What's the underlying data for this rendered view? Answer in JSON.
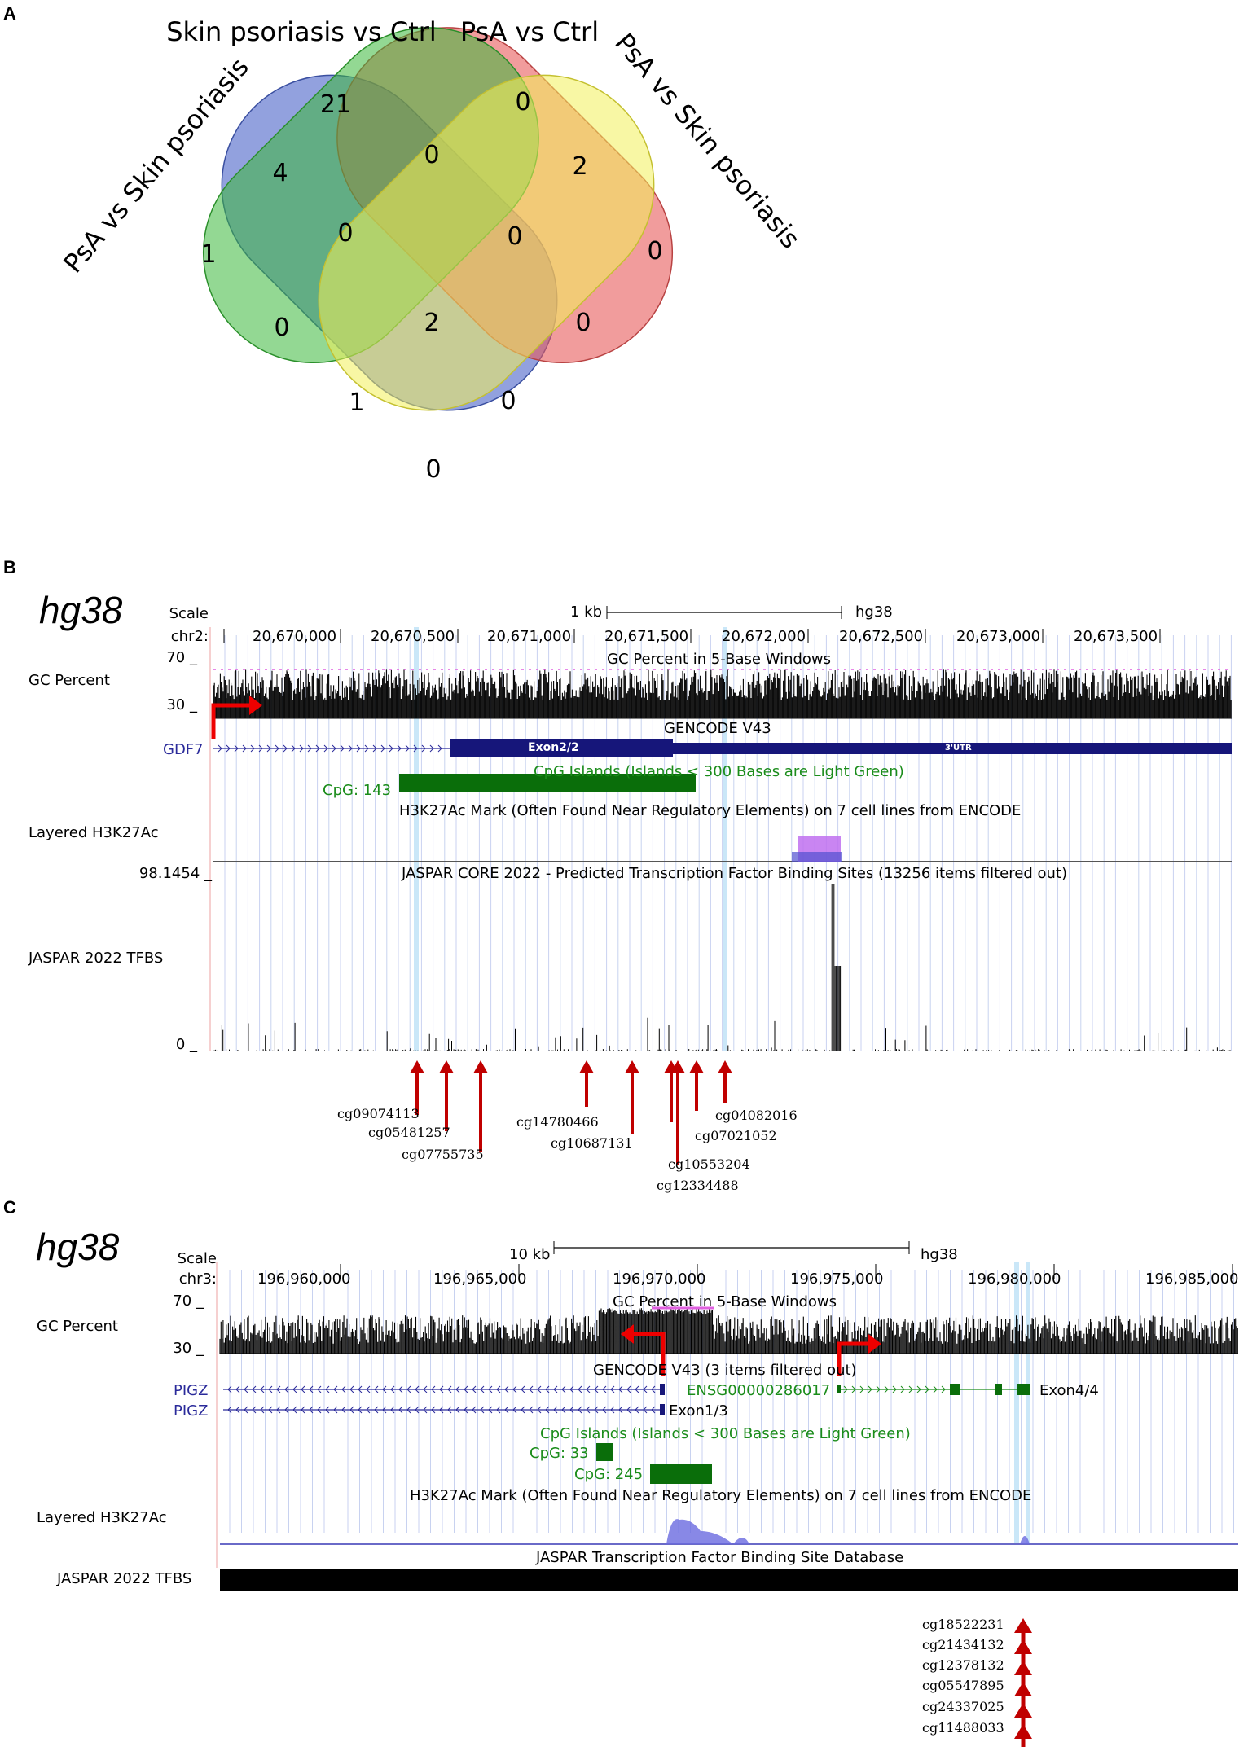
{
  "panelA": {
    "letter": "A",
    "sets": {
      "skin_vs_ctrl": "Skin psoriasis vs Ctrl",
      "psa_vs_ctrl": "PsA vs Ctrl",
      "psa_vs_skin_left": "PsA vs Skin psoriasis",
      "psa_vs_skin_right": "PsA vs Skin psoriasis"
    },
    "counts": {
      "blue_only": "1",
      "red_only": "21",
      "green_only": "0",
      "yellow_only": "0",
      "blue_red": "4",
      "red_green": "0",
      "green_yellow": "2",
      "blue_red_green": "0",
      "red_green_yellow": "0",
      "all_four": "2",
      "blue_green": "0",
      "red_yellow": "0",
      "blue_green_yellow": "1",
      "blue_red_yellow": "0",
      "blue_yellow": "0"
    },
    "colors": {
      "blue": "#4a62c8",
      "red": "#e85a5a",
      "green": "#3bb83b",
      "yellow": "#f3f05a"
    }
  },
  "panelB": {
    "letter": "B",
    "assembly": "hg38",
    "scale_label": "Scale",
    "scale_bar": "1 kb",
    "scale_assembly": "hg38",
    "chrom": "chr2:",
    "positions": [
      "20,670,000",
      "20,670,500",
      "20,671,000",
      "20,671,500",
      "20,672,000",
      "20,672,500",
      "20,673,000",
      "20,673,500"
    ],
    "gc_label": "GC Percent",
    "gc_max": "70 _",
    "gc_min": "30 _",
    "gc_title": "GC Percent in 5-Base Windows",
    "gencode_title": "GENCODE V43",
    "gene": "GDF7",
    "exon_label": "Exon2/2",
    "utr_label": "3'UTR",
    "cpg_title": "CpG Islands (Islands < 300 Bases are Light Green)",
    "cpg_item": "CpG: 143",
    "h3k_title": "H3K27Ac Mark (Often Found Near Regulatory Elements) on 7 cell lines from ENCODE",
    "h3k_label": "Layered H3K27Ac",
    "jaspar_max": "98.1454 _",
    "jaspar_title": "JASPAR CORE 2022 - Predicted Transcription Factor Binding Sites (13256 items filtered out)",
    "jaspar_label": "JASPAR 2022 TFBS",
    "jaspar_zero": "0 _",
    "cpgs": [
      "cg09074113",
      "cg05481257",
      "cg07755735",
      "cg14780466",
      "cg10687131",
      "cg04082016",
      "cg07021052",
      "cg10553204",
      "cg12334488"
    ]
  },
  "panelC": {
    "letter": "C",
    "assembly": "hg38",
    "scale_label": "Scale",
    "scale_bar": "10 kb",
    "scale_assembly": "hg38",
    "chrom": "chr3:",
    "positions": [
      "196,960,000",
      "196,965,000",
      "196,970,000",
      "196,975,000",
      "196,980,000",
      "196,985,000"
    ],
    "gc_label": "GC Percent",
    "gc_max": "70 _",
    "gc_min": "30 _",
    "gc_title": "GC Percent in 5-Base Windows",
    "gencode_title": "GENCODE V43 (3 items filtered out)",
    "gene1": "PIGZ",
    "gene2": "PIGZ",
    "ensg": "ENSG00000286017",
    "exon_right": "Exon4/4",
    "exon_left": "Exon1/3",
    "cpg_title": "CpG Islands (Islands < 300 Bases are Light Green)",
    "cpg1": "CpG: 33",
    "cpg2": "CpG: 245",
    "h3k_title": "H3K27Ac Mark (Often Found Near Regulatory Elements) on 7 cell lines from ENCODE",
    "h3k_label": "Layered H3K27Ac",
    "jaspar_title": "JASPAR Transcription Factor Binding Site Database",
    "jaspar_label": "JASPAR 2022 TFBS",
    "cpgs": [
      "cg18522231",
      "cg21434132",
      "cg12378132",
      "cg05547895",
      "cg24337025",
      "cg11488033"
    ]
  }
}
